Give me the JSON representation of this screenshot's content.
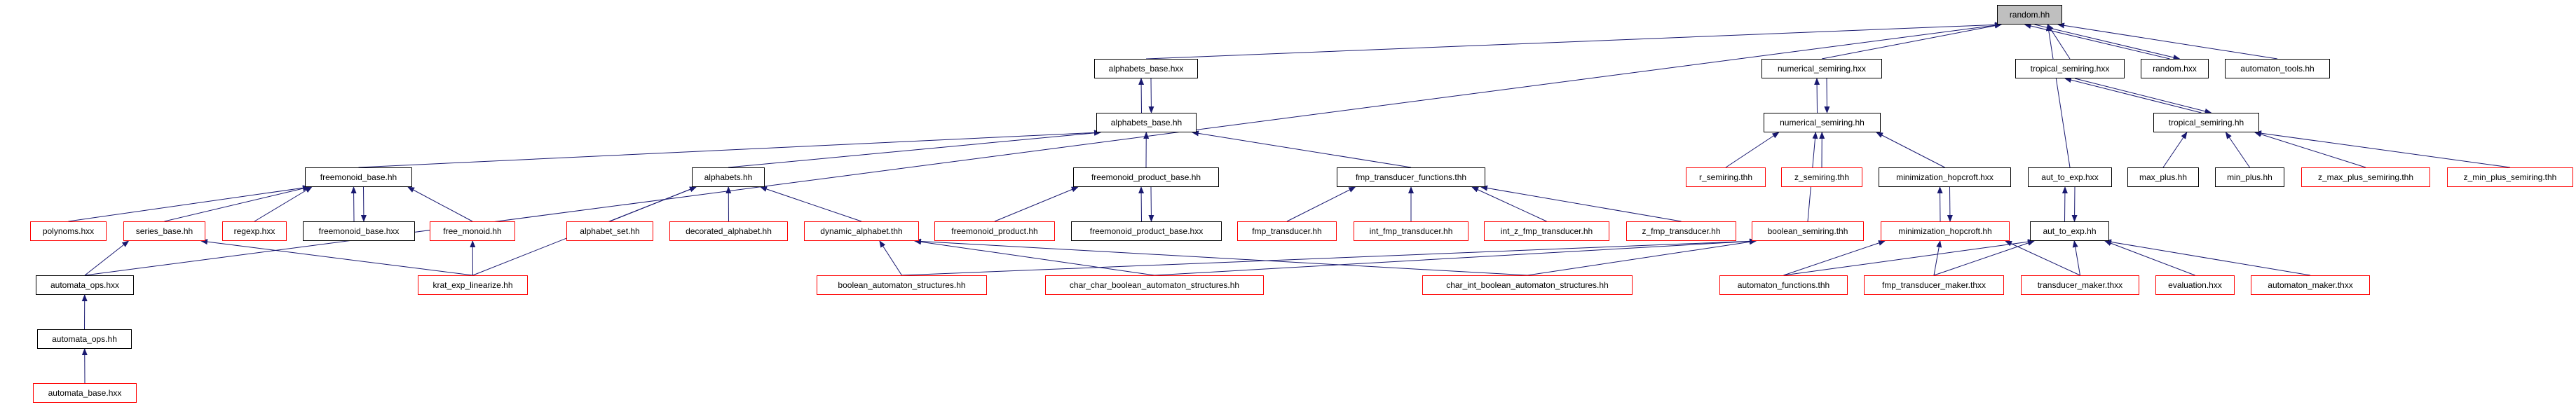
{
  "title": "random.hh include dependency graph",
  "colors": {
    "edge": "#191970",
    "documented_border": "#000000",
    "undocumented_border": "#ff0000",
    "root_fill": "#bfbfbf"
  },
  "nodes": [
    {
      "id": "random.hh",
      "label": "random.hh",
      "status": "root"
    },
    {
      "id": "alphabets_base.hxx",
      "label": "alphabets_base.hxx",
      "status": "documented"
    },
    {
      "id": "numerical_semiring.hxx",
      "label": "numerical_semiring.hxx",
      "status": "documented"
    },
    {
      "id": "tropical_semiring.hxx",
      "label": "tropical_semiring.hxx",
      "status": "documented"
    },
    {
      "id": "random.hxx",
      "label": "random.hxx",
      "status": "documented"
    },
    {
      "id": "automaton_tools.hh",
      "label": "automaton_tools.hh",
      "status": "documented"
    },
    {
      "id": "alphabets_base.hh",
      "label": "alphabets_base.hh",
      "status": "documented"
    },
    {
      "id": "numerical_semiring.hh",
      "label": "numerical_semiring.hh",
      "status": "documented"
    },
    {
      "id": "tropical_semiring.hh",
      "label": "tropical_semiring.hh",
      "status": "documented"
    },
    {
      "id": "freemonoid_base.hh",
      "label": "freemonoid_base.hh",
      "status": "documented"
    },
    {
      "id": "alphabets.hh",
      "label": "alphabets.hh",
      "status": "documented"
    },
    {
      "id": "freemonoid_product_base.hh",
      "label": "freemonoid_product_base.hh",
      "status": "documented"
    },
    {
      "id": "fmp_transducer_functions.thh",
      "label": "fmp_transducer_functions.thh",
      "status": "documented"
    },
    {
      "id": "r_semiring.thh",
      "label": "r_semiring.thh",
      "status": "undocumented"
    },
    {
      "id": "z_semiring.thh",
      "label": "z_semiring.thh",
      "status": "undocumented"
    },
    {
      "id": "minimization_hopcroft.hxx",
      "label": "minimization_hopcroft.hxx",
      "status": "documented"
    },
    {
      "id": "aut_to_exp.hxx",
      "label": "aut_to_exp.hxx",
      "status": "documented"
    },
    {
      "id": "max_plus.hh",
      "label": "max_plus.hh",
      "status": "documented"
    },
    {
      "id": "min_plus.hh",
      "label": "min_plus.hh",
      "status": "documented"
    },
    {
      "id": "z_max_plus_semiring.thh",
      "label": "z_max_plus_semiring.thh",
      "status": "undocumented"
    },
    {
      "id": "z_min_plus_semiring.thh",
      "label": "z_min_plus_semiring.thh",
      "status": "undocumented"
    },
    {
      "id": "polynoms.hxx",
      "label": "polynoms.hxx",
      "status": "undocumented"
    },
    {
      "id": "series_base.hh",
      "label": "series_base.hh",
      "status": "undocumented"
    },
    {
      "id": "regexp.hxx",
      "label": "regexp.hxx",
      "status": "undocumented"
    },
    {
      "id": "freemonoid_base.hxx",
      "label": "freemonoid_base.hxx",
      "status": "documented"
    },
    {
      "id": "free_monoid.hh",
      "label": "free_monoid.hh",
      "status": "undocumented"
    },
    {
      "id": "alphabet_set.hh",
      "label": "alphabet_set.hh",
      "status": "undocumented"
    },
    {
      "id": "decorated_alphabet.hh",
      "label": "decorated_alphabet.hh",
      "status": "undocumented"
    },
    {
      "id": "dynamic_alphabet.thh",
      "label": "dynamic_alphabet.thh",
      "status": "undocumented"
    },
    {
      "id": "freemonoid_product.hh",
      "label": "freemonoid_product.hh",
      "status": "undocumented"
    },
    {
      "id": "freemonoid_product_base.hxx",
      "label": "freemonoid_product_base.hxx",
      "status": "documented"
    },
    {
      "id": "fmp_transducer.hh",
      "label": "fmp_transducer.hh",
      "status": "undocumented"
    },
    {
      "id": "int_fmp_transducer.hh",
      "label": "int_fmp_transducer.hh",
      "status": "undocumented"
    },
    {
      "id": "int_z_fmp_transducer.hh",
      "label": "int_z_fmp_transducer.hh",
      "status": "undocumented"
    },
    {
      "id": "z_fmp_transducer.hh",
      "label": "z_fmp_transducer.hh",
      "status": "undocumented"
    },
    {
      "id": "boolean_semiring.thh",
      "label": "boolean_semiring.thh",
      "status": "undocumented"
    },
    {
      "id": "minimization_hopcroft.hh",
      "label": "minimization_hopcroft.hh",
      "status": "undocumented"
    },
    {
      "id": "aut_to_exp.hh",
      "label": "aut_to_exp.hh",
      "status": "documented"
    },
    {
      "id": "automata_ops.hxx",
      "label": "automata_ops.hxx",
      "status": "documented"
    },
    {
      "id": "krat_exp_linearize.hh",
      "label": "krat_exp_linearize.hh",
      "status": "undocumented"
    },
    {
      "id": "boolean_automaton_structures.hh",
      "label": "boolean_automaton_structures.hh",
      "status": "undocumented"
    },
    {
      "id": "char_char_boolean_automaton_structures.hh",
      "label": "char_char_boolean_automaton_structures.hh",
      "status": "undocumented"
    },
    {
      "id": "char_int_boolean_automaton_structures.hh",
      "label": "char_int_boolean_automaton_structures.hh",
      "status": "undocumented"
    },
    {
      "id": "automaton_functions.thh",
      "label": "automaton_functions.thh",
      "status": "undocumented"
    },
    {
      "id": "fmp_transducer_maker.thxx",
      "label": "fmp_transducer_maker.thxx",
      "status": "undocumented"
    },
    {
      "id": "transducer_maker.thxx",
      "label": "transducer_maker.thxx",
      "status": "undocumented"
    },
    {
      "id": "evaluation.hxx",
      "label": "evaluation.hxx",
      "status": "undocumented"
    },
    {
      "id": "automaton_maker.thxx",
      "label": "automaton_maker.thxx",
      "status": "undocumented"
    },
    {
      "id": "automata_ops.hh",
      "label": "automata_ops.hh",
      "status": "documented"
    },
    {
      "id": "automata_base.hxx",
      "label": "automata_base.hxx",
      "status": "undocumented"
    }
  ],
  "edges": [
    [
      "alphabets_base.hxx",
      "random.hh"
    ],
    [
      "automata_ops.hxx",
      "random.hh"
    ],
    [
      "numerical_semiring.hxx",
      "random.hh"
    ],
    [
      "aut_to_exp.hxx",
      "random.hh"
    ],
    [
      "tropical_semiring.hxx",
      "random.hh"
    ],
    [
      "random.hxx",
      "random.hh"
    ],
    [
      "random.hh",
      "random.hxx"
    ],
    [
      "automaton_tools.hh",
      "random.hh"
    ],
    [
      "alphabets_base.hh",
      "alphabets_base.hxx"
    ],
    [
      "alphabets_base.hxx",
      "alphabets_base.hh"
    ],
    [
      "freemonoid_base.hh",
      "alphabets_base.hh"
    ],
    [
      "alphabets.hh",
      "alphabets_base.hh"
    ],
    [
      "freemonoid_product_base.hh",
      "alphabets_base.hh"
    ],
    [
      "fmp_transducer_functions.thh",
      "alphabets_base.hh"
    ],
    [
      "polynoms.hxx",
      "freemonoid_base.hh"
    ],
    [
      "series_base.hh",
      "freemonoid_base.hh"
    ],
    [
      "regexp.hxx",
      "freemonoid_base.hh"
    ],
    [
      "freemonoid_base.hxx",
      "freemonoid_base.hh"
    ],
    [
      "freemonoid_base.hh",
      "freemonoid_base.hxx"
    ],
    [
      "free_monoid.hh",
      "freemonoid_base.hh"
    ],
    [
      "krat_exp_linearize.hh",
      "series_base.hh"
    ],
    [
      "krat_exp_linearize.hh",
      "free_monoid.hh"
    ],
    [
      "krat_exp_linearize.hh",
      "alphabets.hh"
    ],
    [
      "automata_ops.hxx",
      "series_base.hh"
    ],
    [
      "automata_ops.hh",
      "automata_ops.hxx"
    ],
    [
      "automata_base.hxx",
      "automata_ops.hh"
    ],
    [
      "alphabet_set.hh",
      "alphabets.hh"
    ],
    [
      "decorated_alphabet.hh",
      "alphabets.hh"
    ],
    [
      "dynamic_alphabet.thh",
      "alphabets.hh"
    ],
    [
      "boolean_automaton_structures.hh",
      "dynamic_alphabet.thh"
    ],
    [
      "char_char_boolean_automaton_structures.hh",
      "dynamic_alphabet.thh"
    ],
    [
      "char_int_boolean_automaton_structures.hh",
      "dynamic_alphabet.thh"
    ],
    [
      "boolean_automaton_structures.hh",
      "boolean_semiring.thh"
    ],
    [
      "char_char_boolean_automaton_structures.hh",
      "boolean_semiring.thh"
    ],
    [
      "char_int_boolean_automaton_structures.hh",
      "boolean_semiring.thh"
    ],
    [
      "freemonoid_product.hh",
      "freemonoid_product_base.hh"
    ],
    [
      "freemonoid_product_base.hxx",
      "freemonoid_product_base.hh"
    ],
    [
      "freemonoid_product_base.hh",
      "freemonoid_product_base.hxx"
    ],
    [
      "fmp_transducer.hh",
      "fmp_transducer_functions.thh"
    ],
    [
      "int_fmp_transducer.hh",
      "fmp_transducer_functions.thh"
    ],
    [
      "int_z_fmp_transducer.hh",
      "fmp_transducer_functions.thh"
    ],
    [
      "z_fmp_transducer.hh",
      "fmp_transducer_functions.thh"
    ],
    [
      "numerical_semiring.hh",
      "numerical_semiring.hxx"
    ],
    [
      "numerical_semiring.hxx",
      "numerical_semiring.hh"
    ],
    [
      "r_semiring.thh",
      "numerical_semiring.hh"
    ],
    [
      "z_semiring.thh",
      "numerical_semiring.hh"
    ],
    [
      "minimization_hopcroft.hxx",
      "numerical_semiring.hh"
    ],
    [
      "boolean_semiring.thh",
      "numerical_semiring.hh"
    ],
    [
      "minimization_hopcroft.hh",
      "minimization_hopcroft.hxx"
    ],
    [
      "minimization_hopcroft.hxx",
      "minimization_hopcroft.hh"
    ],
    [
      "aut_to_exp.hh",
      "aut_to_exp.hxx"
    ],
    [
      "aut_to_exp.hxx",
      "aut_to_exp.hh"
    ],
    [
      "tropical_semiring.hh",
      "tropical_semiring.hxx"
    ],
    [
      "tropical_semiring.hxx",
      "tropical_semiring.hh"
    ],
    [
      "max_plus.hh",
      "tropical_semiring.hh"
    ],
    [
      "min_plus.hh",
      "tropical_semiring.hh"
    ],
    [
      "z_max_plus_semiring.thh",
      "tropical_semiring.hh"
    ],
    [
      "z_min_plus_semiring.thh",
      "tropical_semiring.hh"
    ],
    [
      "automaton_functions.thh",
      "minimization_hopcroft.hh"
    ],
    [
      "automaton_functions.thh",
      "aut_to_exp.hh"
    ],
    [
      "fmp_transducer_maker.thxx",
      "minimization_hopcroft.hh"
    ],
    [
      "fmp_transducer_maker.thxx",
      "aut_to_exp.hh"
    ],
    [
      "transducer_maker.thxx",
      "minimization_hopcroft.hh"
    ],
    [
      "transducer_maker.thxx",
      "aut_to_exp.hh"
    ],
    [
      "evaluation.hxx",
      "aut_to_exp.hh"
    ],
    [
      "automaton_maker.thxx",
      "aut_to_exp.hh"
    ]
  ]
}
